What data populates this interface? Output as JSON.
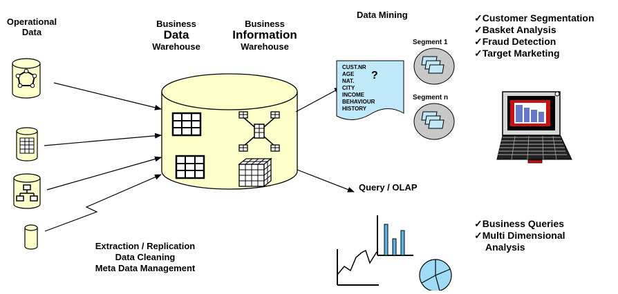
{
  "operational": {
    "title_line1": "Operational",
    "title_line2": "Data"
  },
  "bdw": {
    "line1": "Business",
    "line2": "Data",
    "line3": "Warehouse"
  },
  "biw": {
    "line1": "Business",
    "line2": "Information",
    "line3": "Warehouse"
  },
  "data_mining": {
    "title": "Data Mining",
    "segment_1": "Segment 1",
    "segment_n": "Segment n",
    "customer_fields": [
      "CUST.NR",
      "AGE",
      "NAT.",
      "CITY",
      "INCOME",
      "BEHAVIOUR",
      "HISTORY"
    ],
    "question_mark": "?"
  },
  "mining_list": [
    "Customer Segmentation",
    "Basket Analysis",
    "Fraud Detection",
    "Target Marketing"
  ],
  "check_mark": "✓",
  "query": {
    "title": "Query / OLAP",
    "list": [
      "Business Queries",
      "Multi Dimensional",
      "Analysis"
    ]
  },
  "extraction": {
    "line1": "Extraction / Replication",
    "line2": "Data Cleaning",
    "line3": "Meta Data Management"
  },
  "colors": {
    "cylinder": "#ffffcc",
    "paper": "#bfe8f8",
    "segment": "#c8c8c8",
    "bar": "#5ab4e6",
    "pie": "#9edcf5",
    "screen": "#cc1111"
  }
}
